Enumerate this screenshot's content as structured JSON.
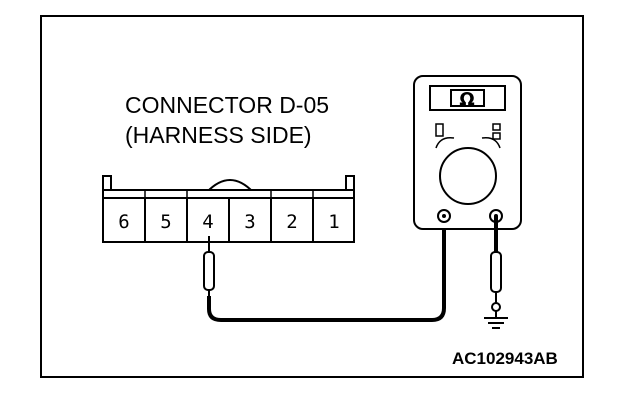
{
  "connector": {
    "title_line1": "CONNECTOR D-05",
    "title_line2": "(HARNESS SIDE)",
    "pins": [
      "6",
      "5",
      "4",
      "3",
      "2",
      "1"
    ]
  },
  "meter": {
    "display_symbol": "Ω"
  },
  "figure_id": "AC102943AB",
  "colors": {
    "line": "#000000",
    "background": "#ffffff"
  }
}
